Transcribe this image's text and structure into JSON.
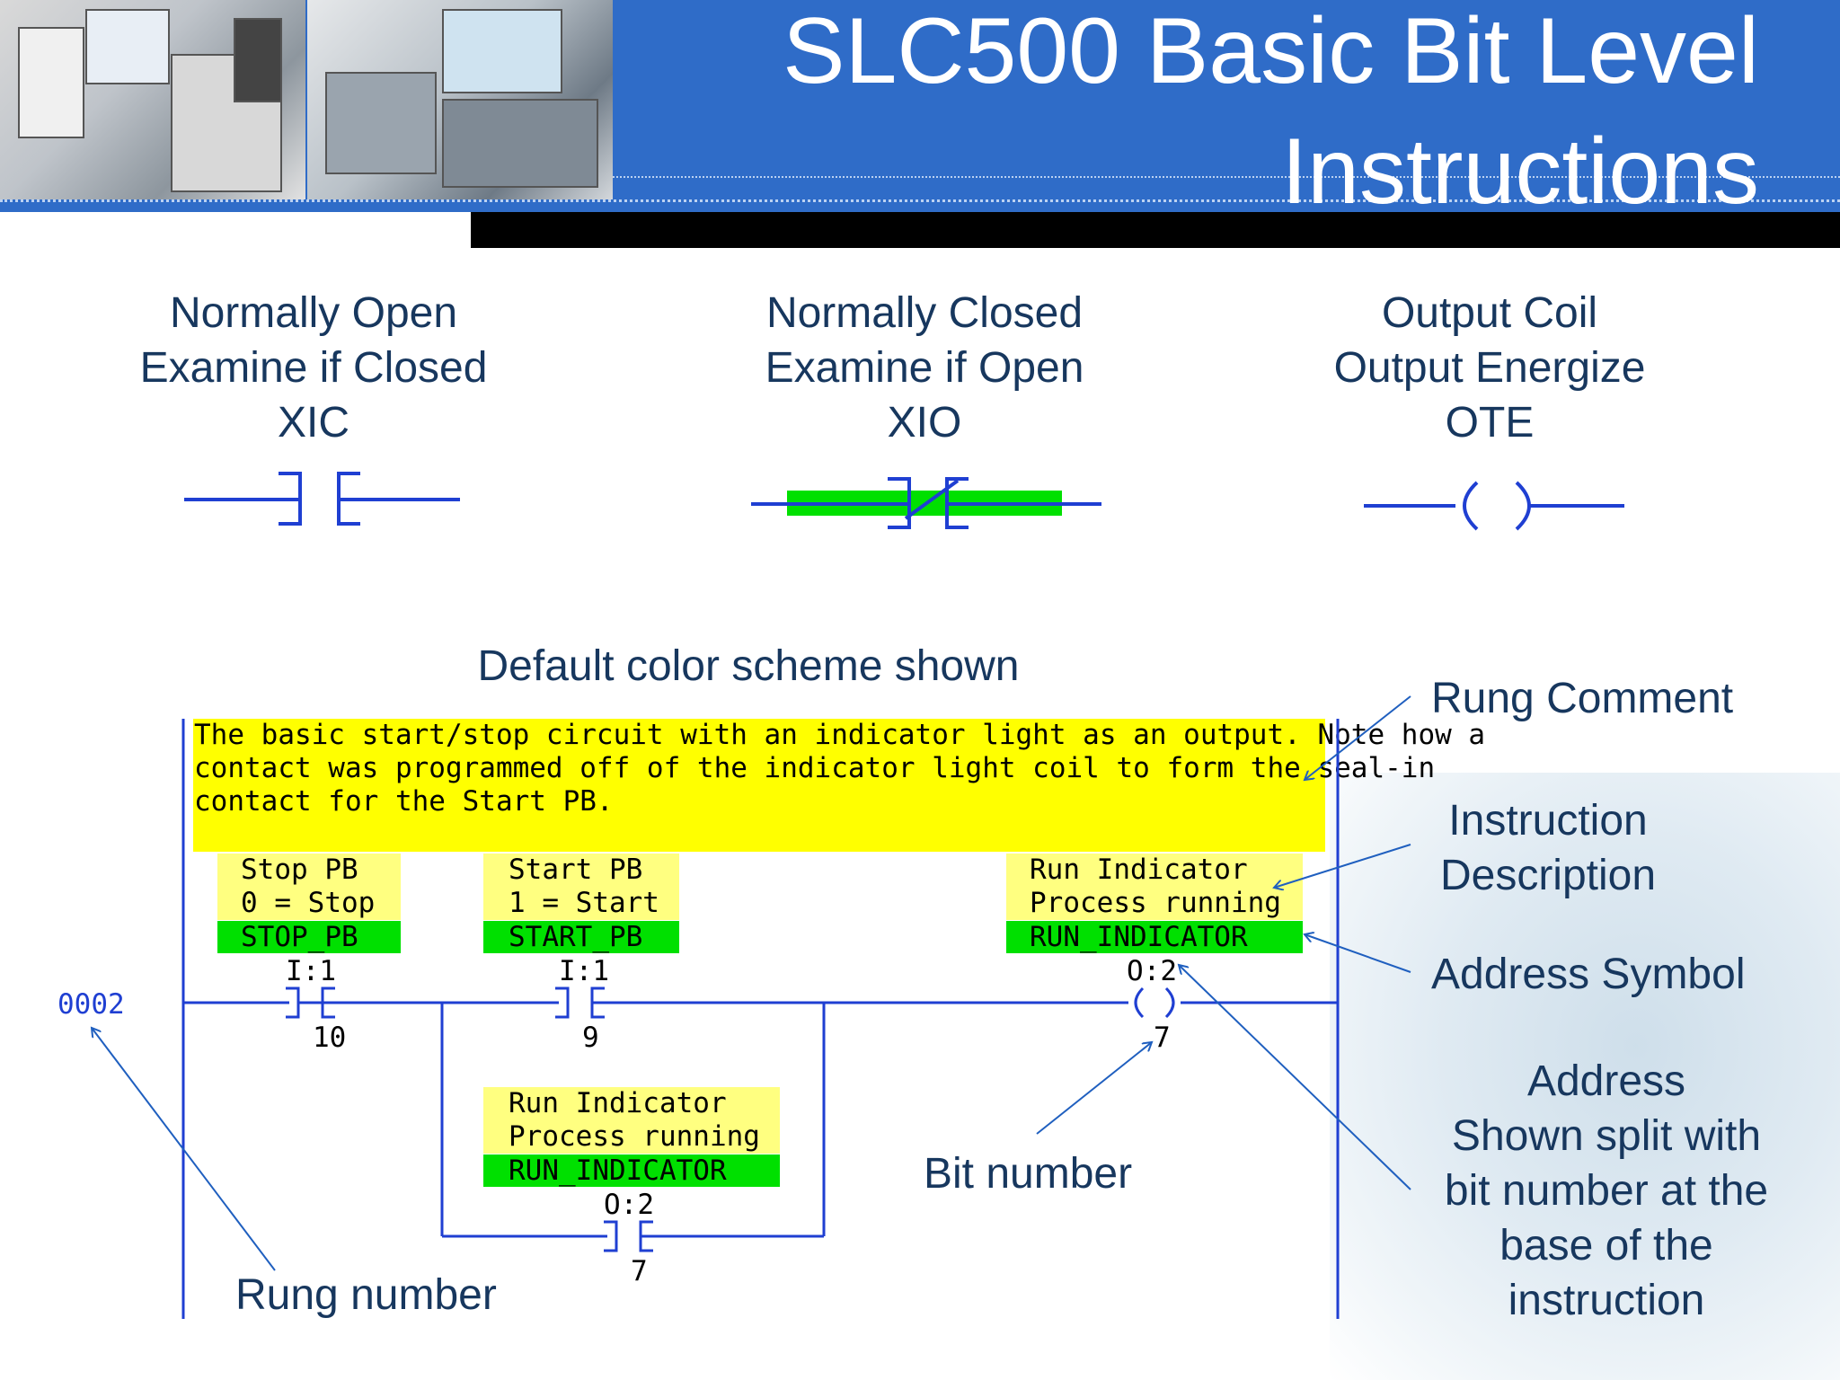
{
  "header": {
    "title_line1": "SLC500 Basic Bit Level",
    "title_line2": "Instructions"
  },
  "symbols": [
    {
      "line1": "Normally Open",
      "line2": "Examine if Closed",
      "line3": "XIC"
    },
    {
      "line1": "Normally Closed",
      "line2": "Examine if Open",
      "line3": "XIO"
    },
    {
      "line1": "Output Coil",
      "line2": "Output Energize",
      "line3": "OTE"
    }
  ],
  "caption": "Default color scheme shown",
  "ladder": {
    "rung_number": "0002",
    "rung_comment": [
      "The basic start/stop circuit with an indicator light as an output. Note how a",
      "contact was programmed off of the indicator light coil to form the seal-in",
      "contact for the Start PB."
    ],
    "instructions": [
      {
        "desc1": "Stop PB",
        "desc2": "0 = Stop",
        "symbol": "STOP_PB",
        "address": "I:1",
        "bit": "10"
      },
      {
        "desc1": "Start PB",
        "desc2": "1 = Start",
        "symbol": "START_PB",
        "address": "I:1",
        "bit": "9"
      },
      {
        "desc1": "Run Indicator",
        "desc2": "Process running",
        "symbol": "RUN_INDICATOR",
        "address": "O:2",
        "bit": "7"
      },
      {
        "desc1": "Run Indicator",
        "desc2": "Process running",
        "symbol": "RUN_INDICATOR",
        "address": "O:2",
        "bit": "7"
      }
    ]
  },
  "annotations": {
    "rung_comment": "Rung Comment",
    "instruction_description": [
      "Instruction",
      "Description"
    ],
    "address_symbol": "Address Symbol",
    "address_split": [
      "Address",
      "Shown split with",
      "bit number at the",
      "base of the",
      "instruction"
    ],
    "bit_number": "Bit number",
    "rung_number": "Rung number"
  },
  "colors": {
    "header_blue": "#2f6cc8",
    "text_navy": "#17375e",
    "ladder_blue": "#1f3fd2",
    "comment_yellow": "#ffff00",
    "desc_yellow": "#ffff80",
    "symbol_green": "#00e000"
  }
}
